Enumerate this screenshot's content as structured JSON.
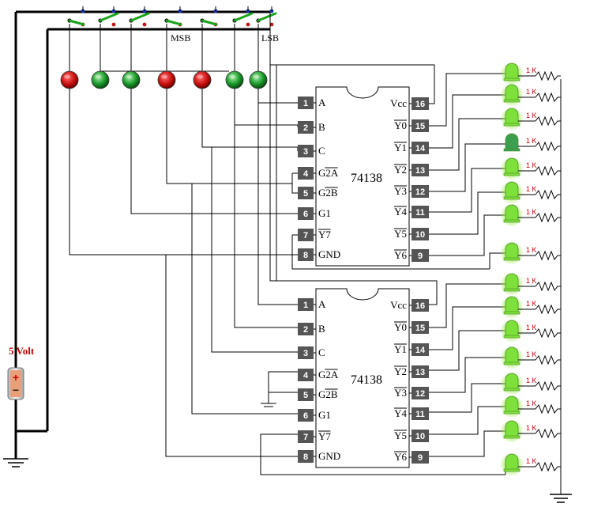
{
  "labels": {
    "msb": "MSB",
    "lsb": "LSB",
    "supply": "5 Volt",
    "resistor": "1 K"
  },
  "chips": [
    {
      "name": "74138",
      "left_pins": [
        {
          "num": "1",
          "label": "A",
          "overline": false
        },
        {
          "num": "2",
          "label": "B",
          "overline": false
        },
        {
          "num": "3",
          "label": "C",
          "overline": false
        },
        {
          "num": "4",
          "label": "G2A",
          "overline": true,
          "overline_from": 1
        },
        {
          "num": "5",
          "label": "G2B",
          "overline": true,
          "overline_from": 1
        },
        {
          "num": "6",
          "label": "G1",
          "overline": false
        },
        {
          "num": "7",
          "label": "Y7",
          "overline": true,
          "overline_from": 0
        },
        {
          "num": "8",
          "label": "GND",
          "overline": false
        }
      ],
      "right_pins": [
        {
          "num": "16",
          "label": "Vcc",
          "overline": false
        },
        {
          "num": "15",
          "label": "Y0",
          "overline": true,
          "overline_from": 0
        },
        {
          "num": "14",
          "label": "Y1",
          "overline": true,
          "overline_from": 0
        },
        {
          "num": "13",
          "label": "Y2",
          "overline": true,
          "overline_from": 0
        },
        {
          "num": "12",
          "label": "Y3",
          "overline": true,
          "overline_from": 0
        },
        {
          "num": "11",
          "label": "Y4",
          "overline": true,
          "overline_from": 0
        },
        {
          "num": "10",
          "label": "Y5",
          "overline": true,
          "overline_from": 0
        },
        {
          "num": "9",
          "label": "Y6",
          "overline": true,
          "overline_from": 0
        }
      ]
    },
    {
      "name": "74138",
      "left_pins": [
        {
          "num": "1",
          "label": "A",
          "overline": false
        },
        {
          "num": "2",
          "label": "B",
          "overline": false
        },
        {
          "num": "3",
          "label": "C",
          "overline": false
        },
        {
          "num": "4",
          "label": "G2A",
          "overline": true,
          "overline_from": 1
        },
        {
          "num": "5",
          "label": "G2B",
          "overline": true,
          "overline_from": 1
        },
        {
          "num": "6",
          "label": "G1",
          "overline": false
        },
        {
          "num": "7",
          "label": "Y7",
          "overline": true,
          "overline_from": 0
        },
        {
          "num": "8",
          "label": "GND",
          "overline": false
        }
      ],
      "right_pins": [
        {
          "num": "16",
          "label": "Vcc",
          "overline": false
        },
        {
          "num": "15",
          "label": "Y0",
          "overline": true,
          "overline_from": 0
        },
        {
          "num": "14",
          "label": "Y1",
          "overline": true,
          "overline_from": 0
        },
        {
          "num": "13",
          "label": "Y2",
          "overline": true,
          "overline_from": 0
        },
        {
          "num": "12",
          "label": "Y3",
          "overline": true,
          "overline_from": 0
        },
        {
          "num": "11",
          "label": "Y4",
          "overline": true,
          "overline_from": 0
        },
        {
          "num": "10",
          "label": "Y5",
          "overline": true,
          "overline_from": 0
        },
        {
          "num": "9",
          "label": "Y6",
          "overline": true,
          "overline_from": 0
        }
      ]
    }
  ],
  "input_leds": [
    "red",
    "green",
    "green",
    "red",
    "red",
    "green",
    "green"
  ],
  "output_leds_lit": [
    true,
    true,
    true,
    false,
    true,
    true,
    true,
    true,
    true,
    true,
    true,
    true,
    true,
    true,
    true,
    true
  ],
  "colors": {
    "led_red": "#cc1111",
    "led_green": "#1a9a2a",
    "out_led_lit": "#7ee03a",
    "out_led_glow": "#b6ff66",
    "out_led_dim": "#3aa050",
    "pin_box": "#555555",
    "switch_blade": "#1aa51a",
    "supply_text": "#c00000"
  }
}
